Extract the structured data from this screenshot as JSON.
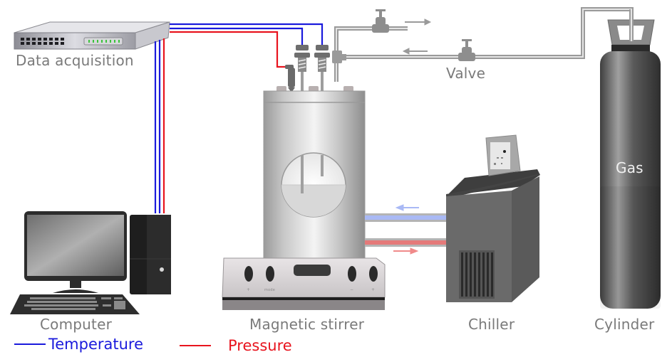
{
  "labels": {
    "data_acquisition": "Data acquisition",
    "valve": "Valve",
    "computer": "Computer",
    "magnetic_stirrer": "Magnetic stirrer",
    "chiller": "Chiller",
    "cylinder": "Cylinder",
    "gas": "Gas"
  },
  "stirrer_panel": {
    "left_button_label": "+",
    "mode_label": "mode",
    "minus_label": "−",
    "plus_label": "+"
  },
  "legend": [
    {
      "name": "Temperature",
      "color": "#1a1adc"
    },
    {
      "name": "Pressure",
      "color": "#e8141e"
    }
  ],
  "colors": {
    "temperature_line": "#1a1adc",
    "pressure_line": "#e8141e",
    "gas_pipe": "#a8a8a8",
    "coolant_cold": "#a9b9f5",
    "coolant_hot": "#e57a7a",
    "label_text": "#7a7a7a"
  },
  "flow_arrows": [
    {
      "id": "vent-out",
      "direction": "right"
    },
    {
      "id": "gas-in",
      "direction": "left"
    },
    {
      "id": "coolant-return",
      "direction": "left"
    },
    {
      "id": "coolant-supply",
      "direction": "right"
    }
  ]
}
